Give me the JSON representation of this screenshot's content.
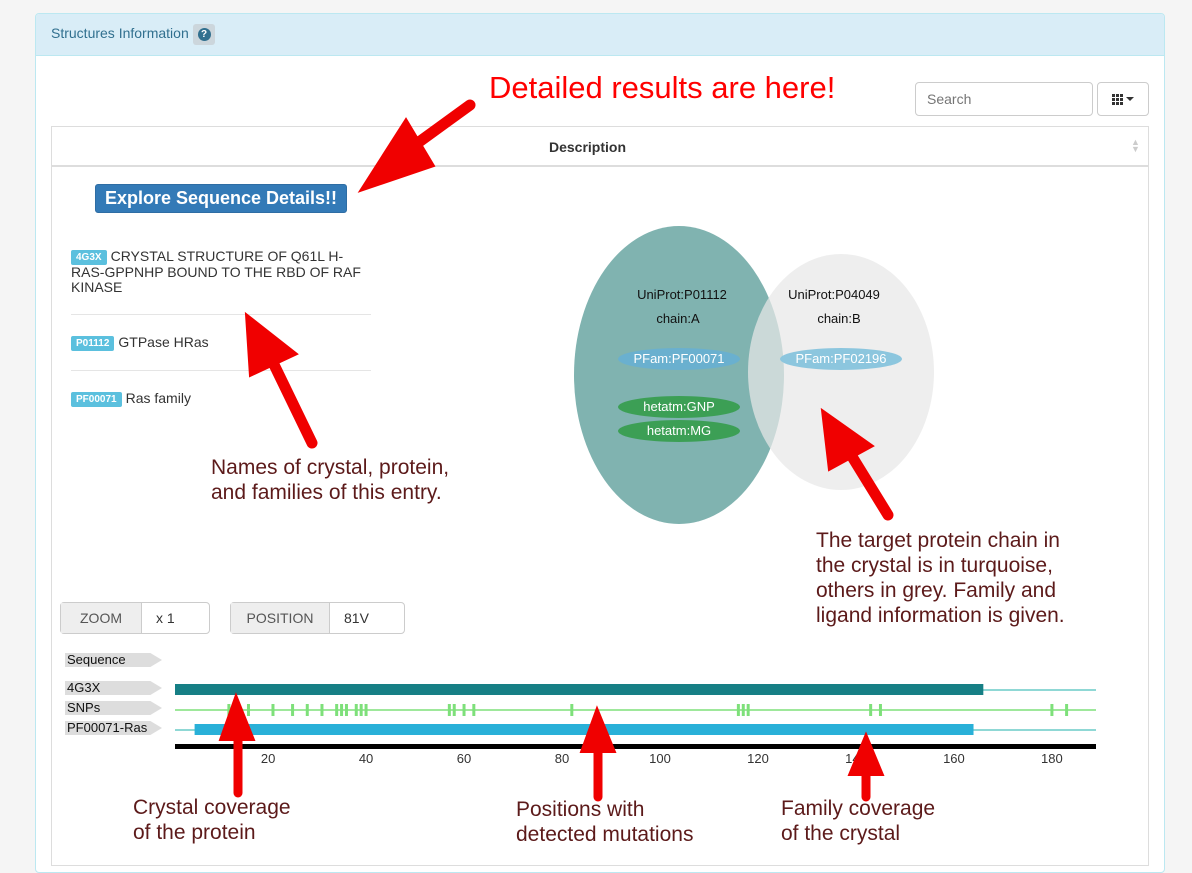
{
  "panel": {
    "title": "Structures Information",
    "help_icon": "question-icon"
  },
  "toolbar": {
    "search_placeholder": "Search",
    "columns_icon": "grid-icon"
  },
  "table": {
    "header": "Description"
  },
  "explore_button": "Explore Sequence Details!!",
  "entries": [
    {
      "badge": "4G3X",
      "text": "CRYSTAL STRUCTURE OF Q61L H-RAS-GPPNHP BOUND TO THE RBD OF RAF KINASE"
    },
    {
      "badge": "P01112",
      "text": "GTPase HRas"
    },
    {
      "badge": "PF00071",
      "text": "Ras family"
    }
  ],
  "venn": {
    "chain_a": {
      "uniprot": "UniProt:P01112",
      "chain": "chain:A",
      "pfam": "PFam:PF00071",
      "ligands": [
        "hetatm:GNP",
        "hetatm:MG"
      ],
      "color": "#80b3b0"
    },
    "chain_b": {
      "uniprot": "UniProt:P04049",
      "chain": "chain:B",
      "pfam": "PFam:PF02196",
      "color": "#e8e8e8"
    }
  },
  "annotations": {
    "headline": "Detailed results are here!",
    "names": [
      "Names of crystal, protein,",
      "and families of this entry."
    ],
    "target": [
      "The target protein chain in",
      "the crystal is in turquoise,",
      "others in grey. Family and",
      "ligand information is given."
    ],
    "crystal_cov": [
      "Crystal coverage",
      "of the protein"
    ],
    "mutations": [
      "Positions with",
      "detected mutations"
    ],
    "family_cov": [
      "Family coverage",
      "of the crystal"
    ]
  },
  "viewer": {
    "zoom_label": "ZOOM",
    "zoom_value": "x 1",
    "position_label": "POSITION",
    "position_value": "81V",
    "tracks": [
      "Sequence",
      "4G3X",
      "SNPs",
      "PF00071-Ras"
    ],
    "axis_min": 1,
    "axis_max": 189,
    "ticks": [
      20,
      40,
      60,
      80,
      100,
      120,
      140,
      160,
      180
    ],
    "crystal_range": [
      1,
      166
    ],
    "family_range": [
      5,
      164
    ],
    "snp_positions": [
      12,
      13,
      16,
      21,
      25,
      28,
      31,
      34,
      35,
      36,
      38,
      39,
      40,
      57,
      58,
      60,
      62,
      82,
      116,
      117,
      118,
      143,
      145,
      180,
      183
    ],
    "colors": {
      "crystal": "#167f85",
      "family": "#29b0d8",
      "snp": "#7ee07a",
      "line": "#8fd8d5",
      "axis": "#000000"
    }
  },
  "colors": {
    "arrow": "#f00000",
    "heading_bg": "#d9edf7",
    "button": "#337ab7"
  }
}
